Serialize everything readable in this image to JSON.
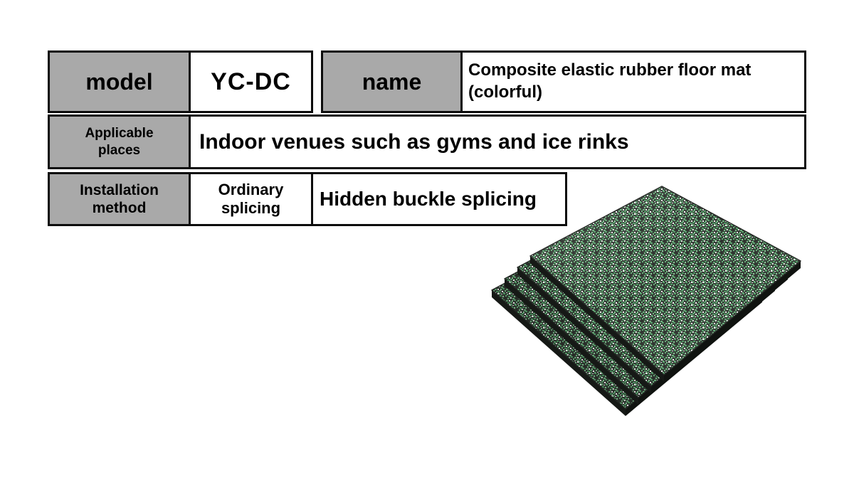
{
  "page": {
    "background": "#ffffff"
  },
  "colors": {
    "header_cell_bg": "#a9a9a9",
    "border": "#0d0d0d",
    "text": "#000000",
    "mat_base_dark": "#343b35",
    "mat_green": "#56a26b",
    "mat_speck_white": "#e9eee9",
    "mat_side_dark": "#161916"
  },
  "table": {
    "model_label": "model",
    "model_value": "YC-DC",
    "name_label": "name",
    "name_value": "Composite elastic rubber floor mat (colorful)",
    "applicable_label": "Applicable places",
    "applicable_value": "Indoor venues such as gyms and ice rinks",
    "installation_label": "Installation method",
    "installation_value1": "Ordinary splicing",
    "installation_value2": "Hidden buckle splicing"
  },
  "product_image": {
    "description": "Stack of four green speckled composite rubber floor mats",
    "tile_count": 4
  }
}
